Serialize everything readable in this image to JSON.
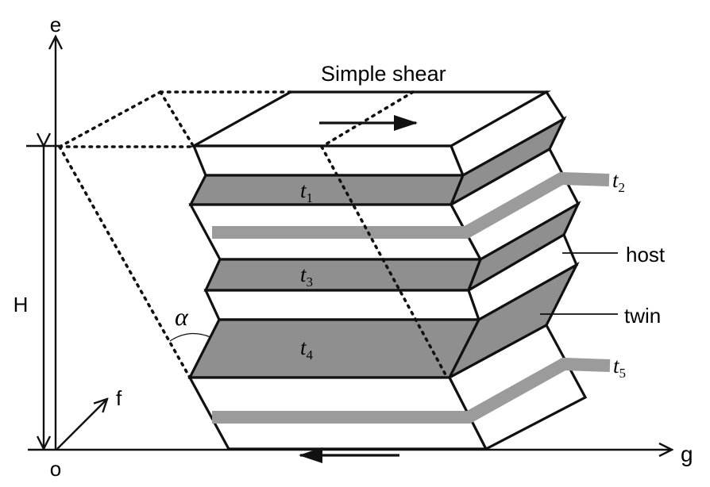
{
  "colors": {
    "stroke": "#111111",
    "twin_fill": "#8f8f8f",
    "host_fill": "#ffffff",
    "stripe": "#9b9b9b",
    "background": "#ffffff"
  },
  "axes": {
    "e_label": "e",
    "f_label": "f",
    "g_label": "g",
    "o_label": "o",
    "h_label": "H"
  },
  "title": "Simple shear",
  "angle_label": "α",
  "callouts": {
    "host": "host",
    "twin": "twin"
  },
  "twin_labels": {
    "t1": {
      "letter": "t",
      "sub": "1"
    },
    "t2": {
      "letter": "t",
      "sub": "2"
    },
    "t3": {
      "letter": "t",
      "sub": "3"
    },
    "t4": {
      "letter": "t",
      "sub": "4"
    },
    "t5": {
      "letter": "t",
      "sub": "5"
    }
  },
  "layers": [
    {
      "name": "layer-host-top",
      "kind": "host"
    },
    {
      "name": "layer-twin-t1",
      "kind": "twin"
    },
    {
      "name": "layer-host-2",
      "kind": "host"
    },
    {
      "name": "layer-twin-t3",
      "kind": "twin"
    },
    {
      "name": "layer-host-3",
      "kind": "host"
    },
    {
      "name": "layer-twin-t4",
      "kind": "twin"
    },
    {
      "name": "layer-host-bottom",
      "kind": "host"
    }
  ]
}
